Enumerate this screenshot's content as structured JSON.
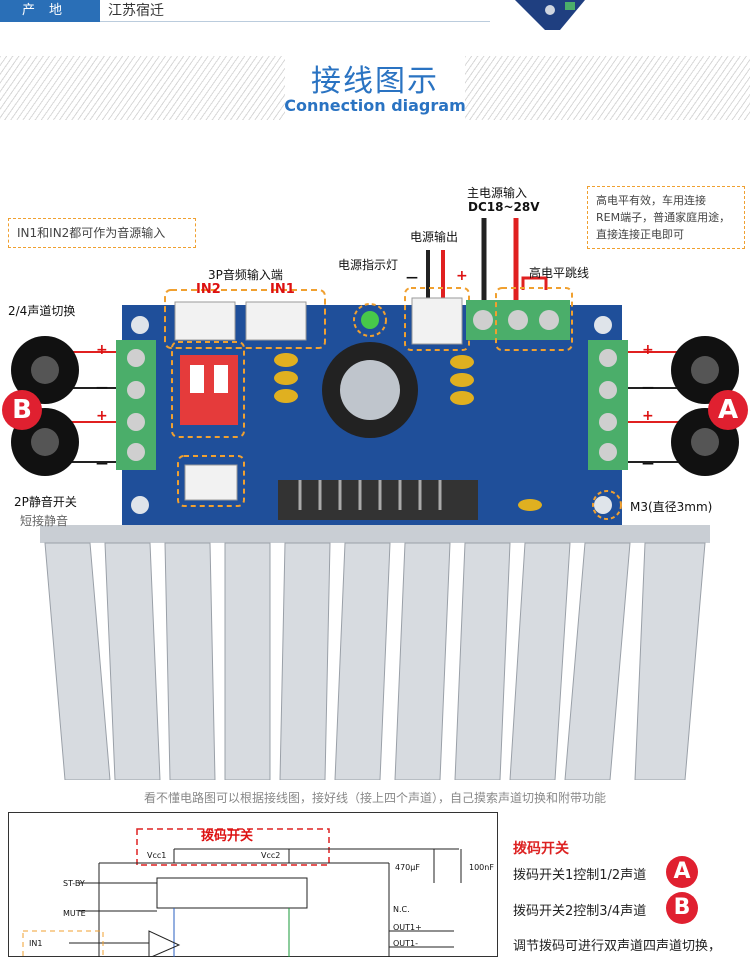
{
  "spec": {
    "key": "产地",
    "value": "江苏宿迁"
  },
  "section": {
    "title": "接线图示",
    "subtitle": "Connection diagram"
  },
  "labels": {
    "in_note": "IN1和IN2都可作为音源输入",
    "audio_in": "3P音频输入端",
    "in2": "IN2",
    "in1": "IN1",
    "power_led": "电源指示灯",
    "power_out": "电源输出",
    "main_power": "主电源输入",
    "dc_range": "DC18~28V",
    "rem_note_1": "高电平有效，车用连接",
    "rem_note_2": "REM端子，普通家庭用途，",
    "rem_note_3": "直接连接正电即可",
    "rem_jumper": "高电平跳线",
    "channel_switch": "2/4声道切换",
    "mute_switch": "2P静音开关",
    "mute_short": "短接静音",
    "m3": "M3(直径3mm)",
    "minus": "—",
    "plus": "+",
    "badge_a": "A",
    "badge_b": "B"
  },
  "caption": "看不懂电路图可以根据接线图，接好线（接上四个声道），自己摸索声道切换和附带功能",
  "schematic": {
    "dip_title": "拨码开关",
    "vcc1": "Vcc1",
    "vcc2": "Vcc2",
    "cap1": "470μF",
    "cap2": "100nF",
    "stby": "ST-BY",
    "mute": "MUTE",
    "in1": "IN1",
    "nc": "N.C.",
    "out1p": "OUT1+",
    "out1m": "OUT1-"
  },
  "side": {
    "title": "拨码开关",
    "line1": "拨码开关1控制1/2声道",
    "line2": "拨码开关2控制3/4声道",
    "line3": "调节拨码可进行双声道四声道切换，",
    "badge_a": "A",
    "badge_b": "B"
  },
  "colors": {
    "accent": "#2a73c2",
    "badge": "#e02030",
    "pcb": "#1f4f9a",
    "terminal": "#4bae6a"
  }
}
